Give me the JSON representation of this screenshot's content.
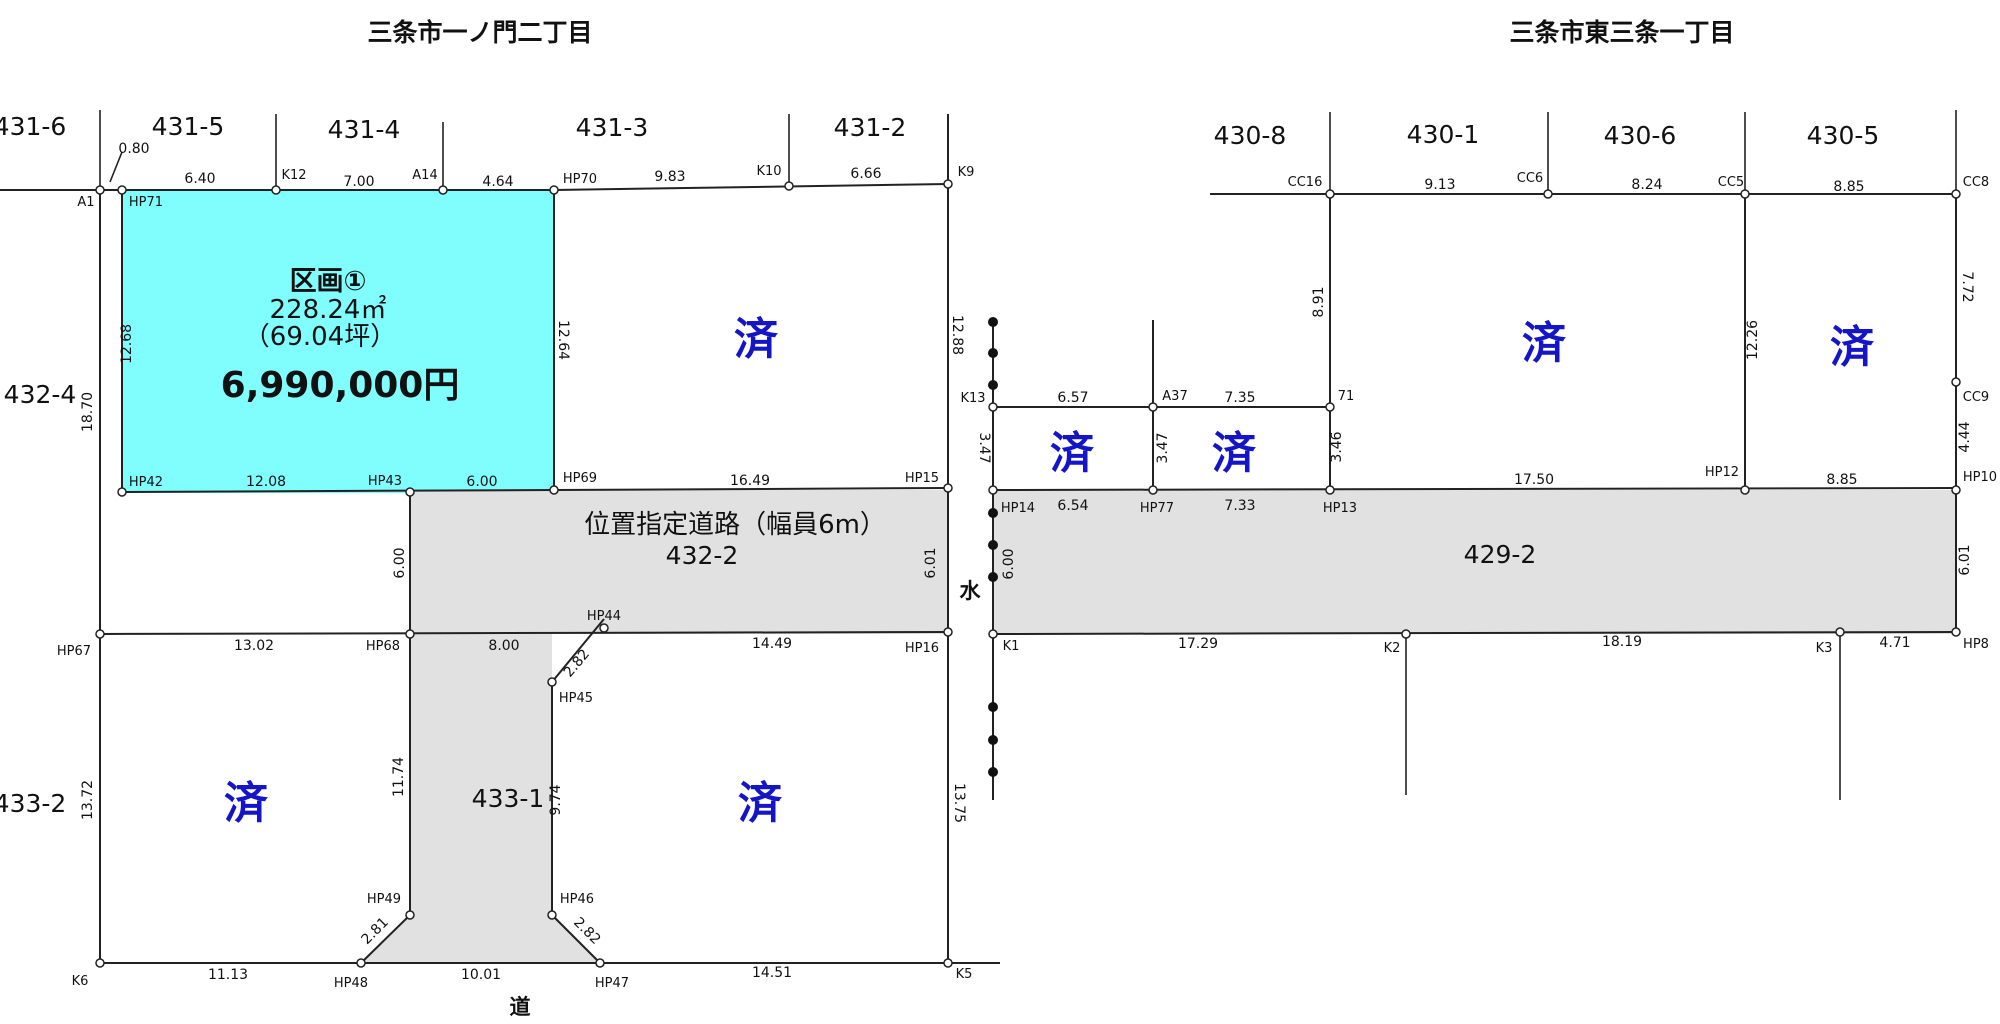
{
  "titles": {
    "left": "三条市一ノ門二丁目",
    "right": "三条市東三条一丁目"
  },
  "colors": {
    "highlight": "#80fdfd",
    "road": "#e1e1e1",
    "sold_text": "#1515c8",
    "line": "#222222"
  },
  "parcels": {
    "p431_6": "431-6",
    "p431_5": "431-5",
    "p431_4": "431-4",
    "p431_3": "431-3",
    "p431_2": "431-2",
    "p432_4": "432-4",
    "p433_2": "433-2",
    "p433_1": "433-1",
    "p432_2": "432-2",
    "p430_8": "430-8",
    "p430_1": "430-1",
    "p430_6": "430-6",
    "p430_5": "430-5",
    "p429_2": "429-2"
  },
  "section": {
    "name": "区画①",
    "area": "228.24㎡",
    "tsubo": "（69.04坪）",
    "price": "6,990,000円"
  },
  "sold": "済",
  "road": {
    "label": "位置指定道路（幅員6m）",
    "water": "水",
    "bottom": "道"
  },
  "points": {
    "A1": "A1",
    "HP71": "HP71",
    "K12": "K12",
    "A14": "A14",
    "HP70": "HP70",
    "K10": "K10",
    "K9": "K9",
    "HP42": "HP42",
    "HP43": "HP43",
    "HP69": "HP69",
    "HP15": "HP15",
    "K13": "K13",
    "A37": "A37",
    "p71": "71",
    "HP14": "HP14",
    "HP77": "HP77",
    "HP13": "HP13",
    "HP12": "HP12",
    "HP10": "HP10",
    "CC16": "CC16",
    "CC6": "CC6",
    "CC5": "CC5",
    "CC8": "CC8",
    "CC9": "CC9",
    "HP67": "HP67",
    "HP68": "HP68",
    "HP44": "HP44",
    "HP16": "HP16",
    "HP45": "HP45",
    "K1": "K1",
    "K2": "K2",
    "K3": "K3",
    "HP8": "HP8",
    "HP49": "HP49",
    "HP46": "HP46",
    "K6": "K6",
    "HP48": "HP48",
    "HP47": "HP47",
    "K5": "K5"
  },
  "dims": {
    "d0_80": "0.80",
    "d6_40": "6.40",
    "d7_00": "7.00",
    "d4_64": "4.64",
    "d9_83": "9.83",
    "d6_66": "6.66",
    "d12_68": "12.68",
    "d12_64": "12.64",
    "d12_88": "12.88",
    "d18_70": "18.70",
    "d12_08": "12.08",
    "d6_00top": "6.00",
    "d16_49": "16.49",
    "d6_57": "6.57",
    "d7_35": "7.35",
    "d3_47a": "3.47",
    "d3_47b": "3.47",
    "d3_46": "3.46",
    "d6_54": "6.54",
    "d7_33": "7.33",
    "d17_50": "17.50",
    "d8_85b": "8.85",
    "d9_13": "9.13",
    "d8_24": "8.24",
    "d8_85t": "8.85",
    "d8_91": "8.91",
    "d12_26": "12.26",
    "d7_72": "7.72",
    "d4_44": "4.44",
    "d6_00L": "6.00",
    "d6_01a": "6.01",
    "d6_00R": "6.00",
    "d6_01b": "6.01",
    "d13_02": "13.02",
    "d8_00": "8.00",
    "d14_49": "14.49",
    "d2_82a": "2.82",
    "d17_29": "17.29",
    "d18_19": "18.19",
    "d4_71": "4.71",
    "d13_72": "13.72",
    "d11_74": "11.74",
    "d9_74": "9.74",
    "d13_75": "13.75",
    "d2_81": "2.81",
    "d2_82b": "2.82",
    "d11_13": "11.13",
    "d10_01": "10.01",
    "d14_51": "14.51"
  }
}
